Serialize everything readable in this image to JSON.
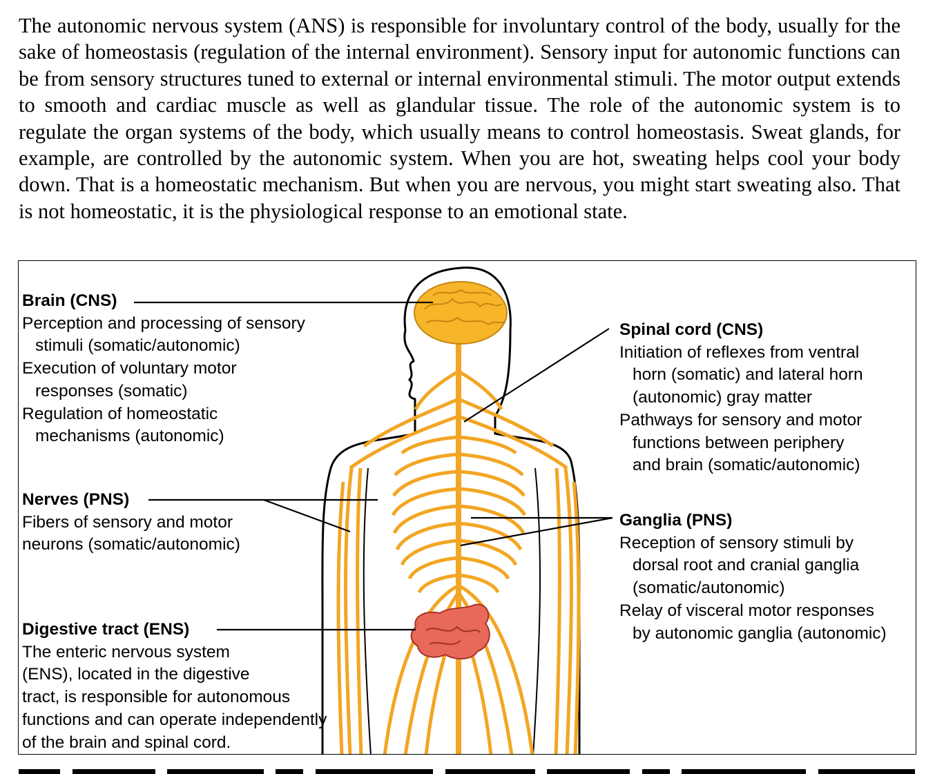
{
  "paragraph": "The autonomic nervous system (ANS) is responsible for involuntary control of the body, usually for the sake of homeostasis (regulation of the internal environment). Sensory input for autonomic functions can be from sensory structures tuned to external or internal environmental stimuli. The motor output extends to smooth and cardiac muscle as well as glandular tissue. The role of the autonomic system is to regulate the organ systems of the body, which usually means to control homeostasis. Sweat glands, for example, are controlled by the autonomic system. When you are hot, sweating helps cool your body down. That is a homeostatic mechanism. But when you are nervous, you might start sweating also. That is not homeostatic, it is the physiological response to an emotional state.",
  "figure": {
    "colors": {
      "nerve": "#f2a623",
      "brain": "#f7b52a",
      "gut": "#e8685a",
      "outline": "#000000"
    },
    "brain": {
      "heading": "Brain (CNS)",
      "lines": [
        "Perception and processing of sensory",
        "stimuli (somatic/autonomic)",
        "Execution of voluntary motor",
        "responses (somatic)",
        "Regulation of homeostatic",
        "mechanisms (autonomic)"
      ]
    },
    "nerves": {
      "heading": "Nerves (PNS)",
      "lines": [
        "Fibers of sensory and motor",
        "neurons (somatic/autonomic)"
      ]
    },
    "digestive": {
      "heading": "Digestive tract (ENS)",
      "lines": [
        "The enteric nervous system",
        "(ENS), located in the digestive",
        "tract, is responsible for autonomous",
        "functions and can operate independently",
        "of the brain and spinal cord."
      ]
    },
    "spinal": {
      "heading": "Spinal cord (CNS)",
      "lines": [
        "Initiation of reflexes from ventral",
        "horn (somatic) and lateral horn",
        "(autonomic) gray matter",
        "Pathways for sensory and motor",
        "functions between periphery",
        "and brain (somatic/autonomic)"
      ]
    },
    "ganglia": {
      "heading": "Ganglia (PNS)",
      "lines": [
        "Reception of sensory stimuli by",
        "dorsal root and cranial ganglia",
        "(somatic/autonomic)",
        "Relay of visceral motor responses",
        "by autonomic ganglia (autonomic)"
      ]
    }
  }
}
